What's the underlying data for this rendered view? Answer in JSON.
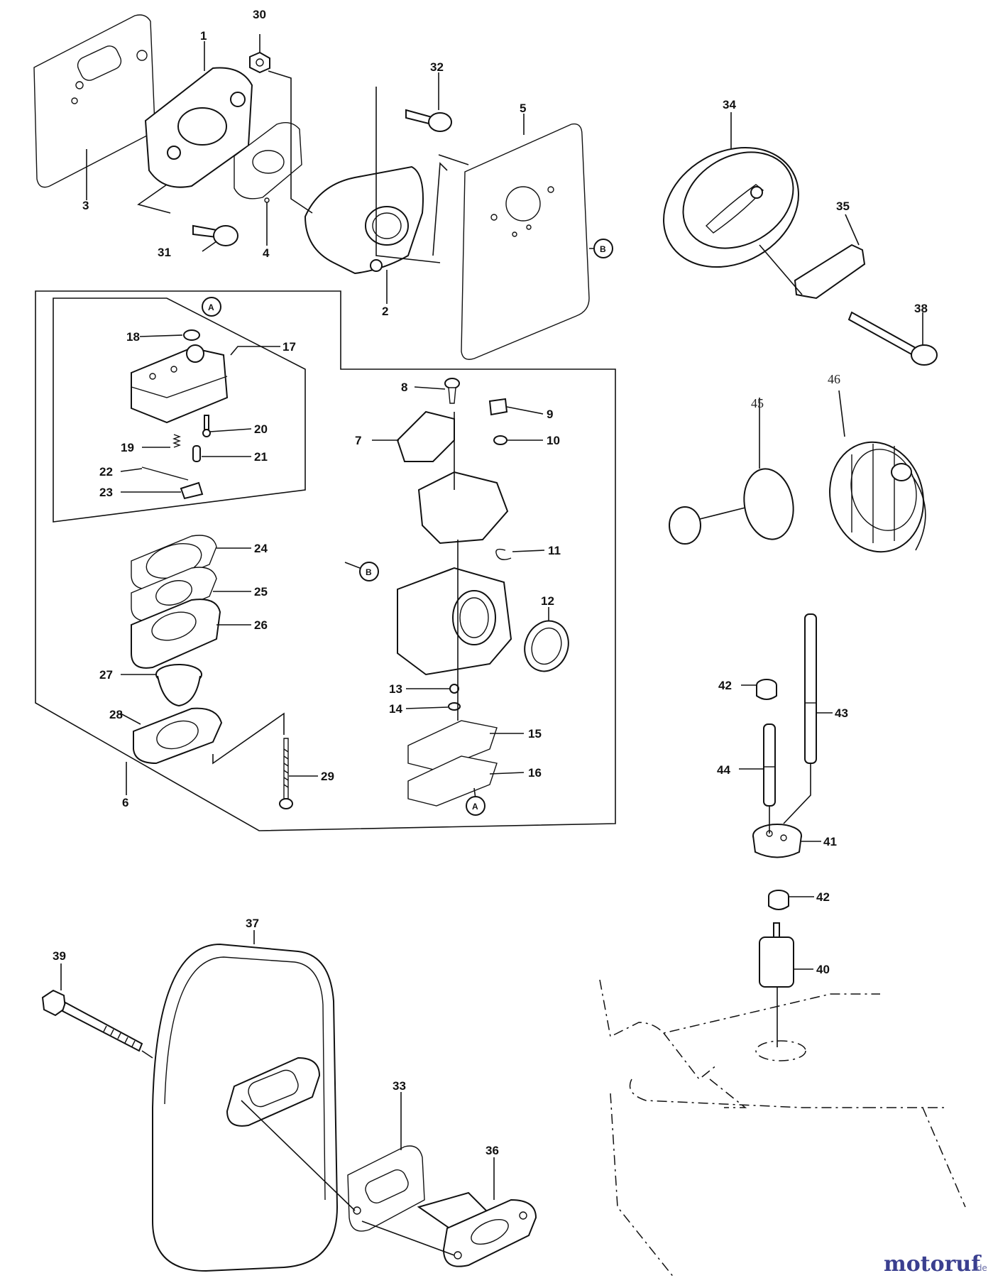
{
  "labels": {
    "l1": "1",
    "l2": "2",
    "l3": "3",
    "l4": "4",
    "l5": "5",
    "l6": "6",
    "l7": "7",
    "l8": "8",
    "l9": "9",
    "l10": "10",
    "l11": "11",
    "l12": "12",
    "l13": "13",
    "l14": "14",
    "l15": "15",
    "l16": "16",
    "l17": "17",
    "l18": "18",
    "l19": "19",
    "l20": "20",
    "l21": "21",
    "l22": "22",
    "l23": "23",
    "l24": "24",
    "l25": "25",
    "l26": "26",
    "l27": "27",
    "l28": "28",
    "l29": "29",
    "l30": "30",
    "l31": "31",
    "l32": "32",
    "l33": "33",
    "l34": "34",
    "l35": "35",
    "l36": "36",
    "l37": "37",
    "l38": "38",
    "l39": "39",
    "l40": "40",
    "l41": "41",
    "l42a": "42",
    "l42b": "42",
    "l43": "43",
    "l44": "44",
    "l45": "45",
    "l46": "46"
  },
  "refs": {
    "a": "A",
    "b": "B"
  },
  "watermark": {
    "brand": "motoruf",
    "tld": ".de",
    "color_dark": "#3a3f8f",
    "color_accent": "#e07a1f"
  }
}
